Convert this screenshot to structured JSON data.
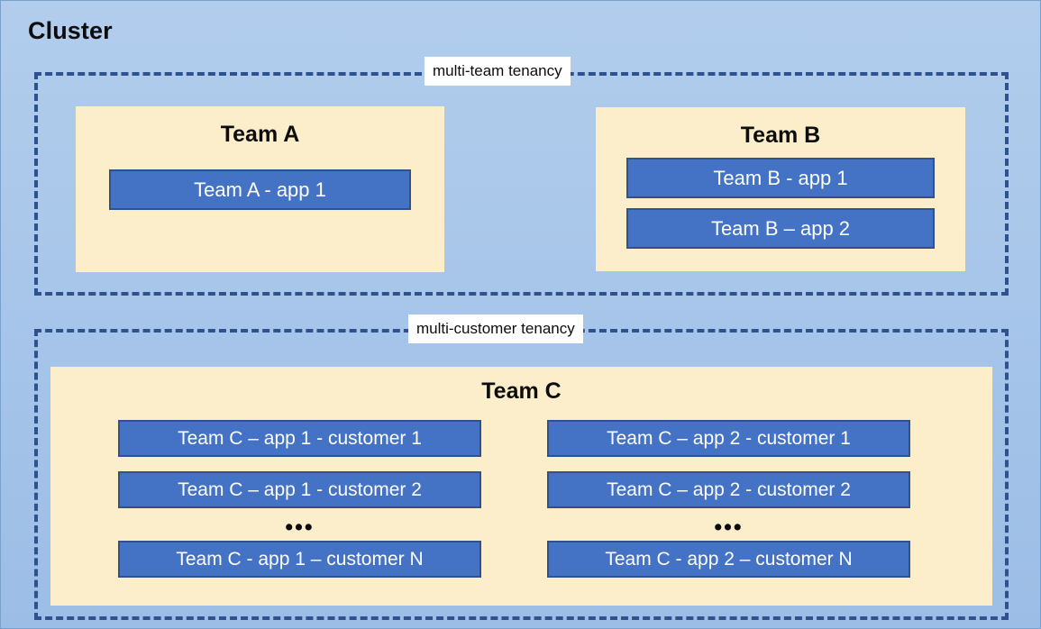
{
  "diagram": {
    "title": "Cluster",
    "background_color": "#a8c6ea",
    "panel_color": "#fdeecb",
    "app_color": "#4472c4",
    "border_color": "#2f528f"
  },
  "tenancy_zones": [
    {
      "label": "multi-team tenancy"
    },
    {
      "label": "multi-customer tenancy"
    }
  ],
  "teams": [
    {
      "name": "Team A",
      "apps": [
        {
          "label": "Team A - app 1"
        }
      ]
    },
    {
      "name": "Team B",
      "apps": [
        {
          "label": "Team B - app 1"
        },
        {
          "label": "Team B – app 2"
        }
      ]
    },
    {
      "name": "Team C",
      "columns": [
        {
          "app": "app 1",
          "items": [
            {
              "label": "Team C – app 1 - customer 1"
            },
            {
              "label": "Team C – app 1 - customer 2"
            }
          ],
          "ellipsis": "•••",
          "last": {
            "label": "Team C - app 1 – customer N"
          }
        },
        {
          "app": "app 2",
          "items": [
            {
              "label": "Team C – app 2 - customer 1"
            },
            {
              "label": "Team C – app 2 - customer 2"
            }
          ],
          "ellipsis": "•••",
          "last": {
            "label": "Team C - app 2 – customer N"
          }
        }
      ]
    }
  ]
}
